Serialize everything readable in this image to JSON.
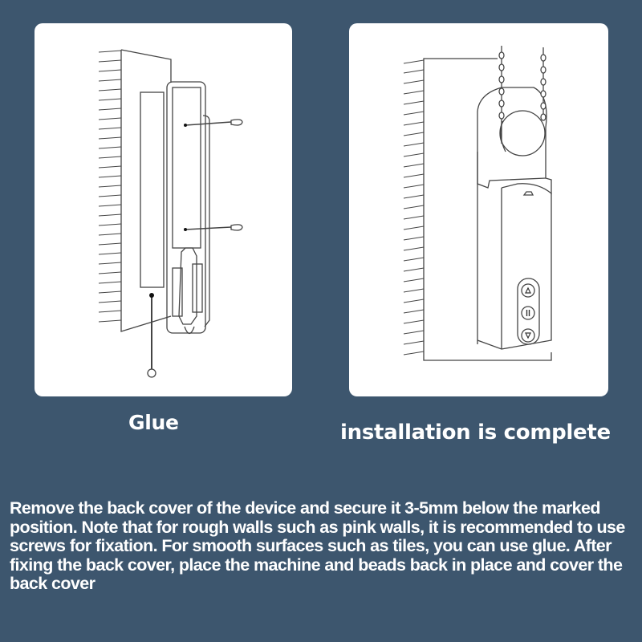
{
  "panels": [
    {
      "id": "left",
      "caption": "Glue",
      "illustration": "back-cover-mounted-on-wall-with-screws-and-glue-strip"
    },
    {
      "id": "right",
      "caption": "installation is complete",
      "illustration": "motor-device-mounted-on-wall-with-bead-chain",
      "device_buttons": [
        "up-icon",
        "pause-icon",
        "down-icon"
      ]
    }
  ],
  "instructions": "Remove the back cover of the device and secure it 3-5mm below the marked position. Note that for rough walls such as pink walls, it is recommended to use screws for fixation. For smooth surfaces such as tiles, you can use glue. After fixing the back cover, place the machine and beads back in place and cover the back cover",
  "colors": {
    "background": "#3d566e",
    "card": "#ffffff",
    "text": "#ffffff",
    "line": "#333333"
  }
}
